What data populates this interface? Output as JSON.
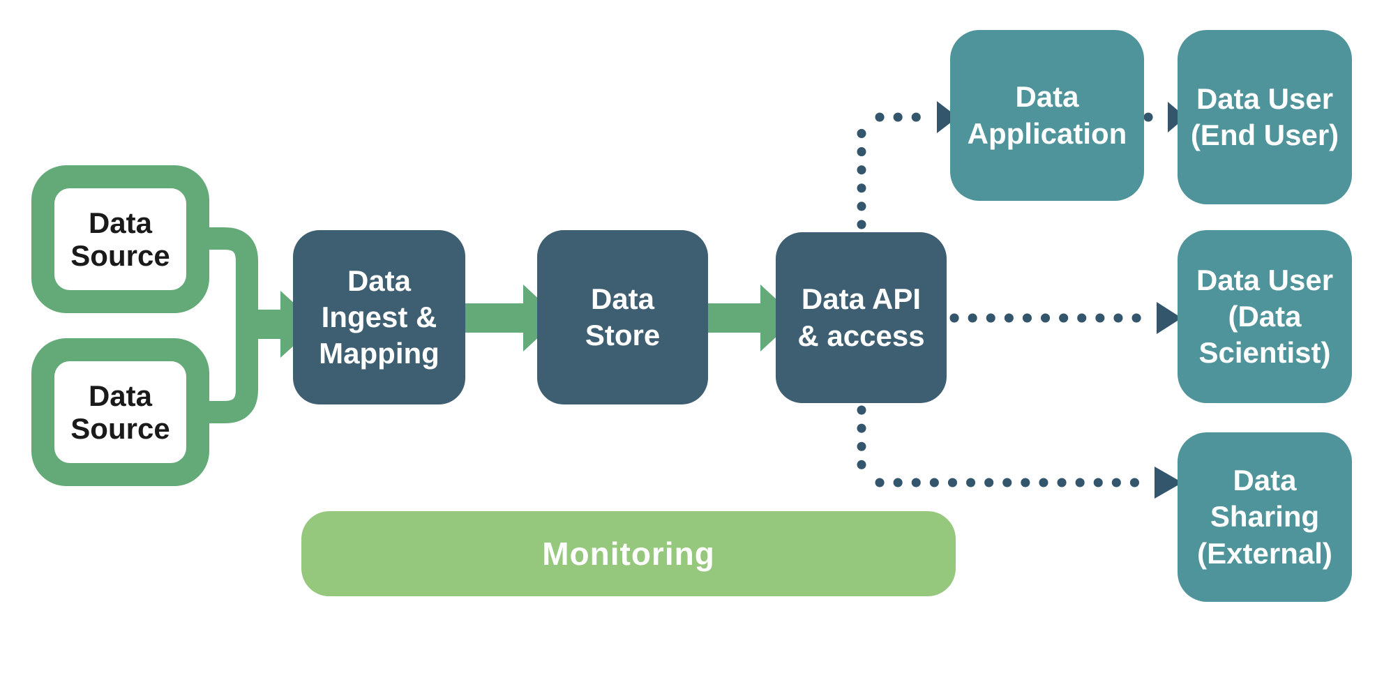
{
  "diagram": {
    "description": "Data pipeline flow diagram",
    "colors": {
      "green": "#64aa79",
      "light_green": "#95c77c",
      "dark_slate": "#3e5f72",
      "teal": "#4f949a",
      "dotted_connector": "#34566d",
      "source_text": "#1a1a1a",
      "box_text": "#ffffff",
      "background": "#ffffff"
    },
    "nodes": {
      "source1": {
        "label": "Data\nSource"
      },
      "source2": {
        "label": "Data\nSource"
      },
      "ingest": {
        "label": "Data\nIngest &\nMapping"
      },
      "store": {
        "label": "Data\nStore"
      },
      "api": {
        "label": "Data API\n& access"
      },
      "application": {
        "label": "Data\nApplication"
      },
      "end_user": {
        "label": "Data User\n(End User)"
      },
      "data_scientist": {
        "label": "Data User\n(Data\nScientist)"
      },
      "sharing": {
        "label": "Data\nSharing\n(External)"
      },
      "monitoring": {
        "label": "Monitoring"
      }
    },
    "edges": [
      {
        "from": "data-source-1",
        "to": "data-ingest-mapping",
        "style": "solid-green-arrow"
      },
      {
        "from": "data-source-2",
        "to": "data-ingest-mapping",
        "style": "solid-green-arrow"
      },
      {
        "from": "data-ingest-mapping",
        "to": "data-store",
        "style": "solid-green-arrow"
      },
      {
        "from": "data-store",
        "to": "data-api-access",
        "style": "solid-green-arrow"
      },
      {
        "from": "data-api-access",
        "to": "data-application",
        "style": "dotted-arrow"
      },
      {
        "from": "data-application",
        "to": "data-user-end-user",
        "style": "dotted-arrow"
      },
      {
        "from": "data-api-access",
        "to": "data-user-data-scientist",
        "style": "dotted-arrow"
      },
      {
        "from": "data-api-access",
        "to": "data-sharing-external",
        "style": "dotted-arrow"
      }
    ]
  }
}
